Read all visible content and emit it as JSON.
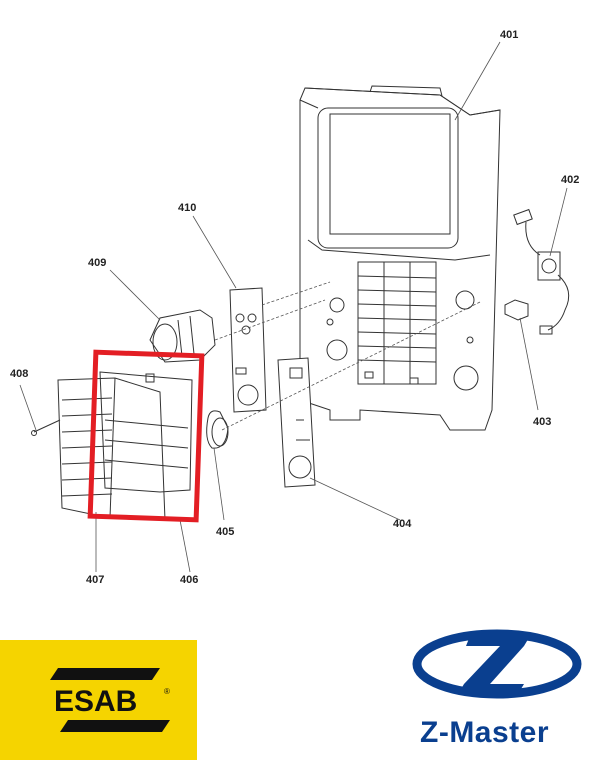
{
  "diagram": {
    "part_labels": {
      "p401": "401",
      "p402": "402",
      "p403": "403",
      "p404": "404",
      "p405": "405",
      "p406": "406",
      "p407": "407",
      "p408": "408",
      "p409": "409",
      "p410": "410"
    },
    "highlight_color": "#e31e24",
    "line_color": "#333333"
  },
  "logos": {
    "esab": {
      "text": "ESAB",
      "registered": "®",
      "background": "#f5d400"
    },
    "zmaster": {
      "text": "Z-Master",
      "color": "#0a3f8f"
    }
  }
}
